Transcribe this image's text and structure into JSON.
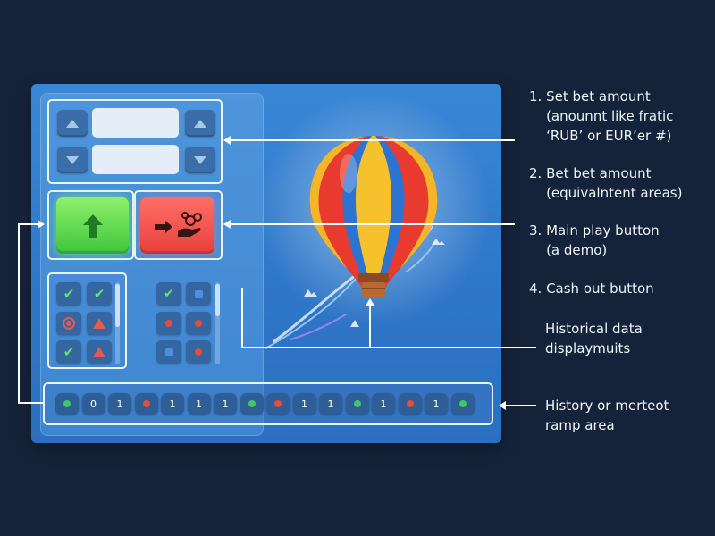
{
  "bet_controls": {
    "amount_1": {
      "value": "",
      "placeholder": ""
    },
    "amount_2": {
      "value": "",
      "placeholder": ""
    }
  },
  "history": {
    "chips": [
      {
        "kind": "dot",
        "color": "#3fc76a"
      },
      {
        "kind": "text",
        "text": "0"
      },
      {
        "kind": "text",
        "text": "1"
      },
      {
        "kind": "dot",
        "color": "#e74c3c"
      },
      {
        "kind": "text",
        "text": "1"
      },
      {
        "kind": "text",
        "text": "1"
      },
      {
        "kind": "text",
        "text": "1"
      },
      {
        "kind": "dot",
        "color": "#3fc76a"
      },
      {
        "kind": "dot",
        "color": "#e74c3c"
      },
      {
        "kind": "text",
        "text": "1"
      },
      {
        "kind": "text",
        "text": "1"
      },
      {
        "kind": "dot",
        "color": "#3fc76a"
      },
      {
        "kind": "text",
        "text": "1"
      },
      {
        "kind": "dot",
        "color": "#e74c3c"
      },
      {
        "kind": "text",
        "text": "1"
      },
      {
        "kind": "dot",
        "color": "#3fc76a"
      },
      {
        "kind": "dot",
        "color": "#3fc76a"
      }
    ]
  },
  "callouts": {
    "c1": "1. Set bet amount\n    (anounnt like fratic\n    ‘RUB’ or EUR’er #)",
    "c2": "2. Bet bet amount\n    (equivalntent areas)",
    "c3": "3. Main play button\n    (a demo)",
    "c4": "4. Cash out button",
    "c5": "Historical data\ndisplaymuits",
    "c6": "History or merteot\nramp area"
  },
  "colors": {
    "accent_green": "#3fc53c",
    "accent_red": "#e8403c",
    "panel_blue": "#2f77c8"
  }
}
